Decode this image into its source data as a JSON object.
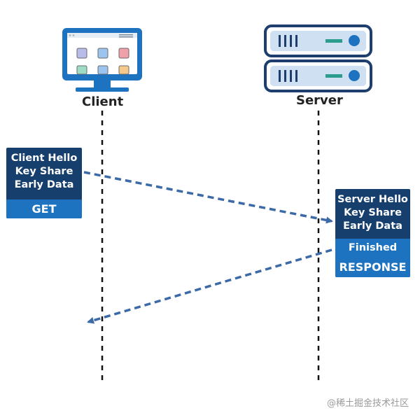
{
  "actors": {
    "client": {
      "label": "Client"
    },
    "server": {
      "label": "Server"
    }
  },
  "client_message": {
    "lines": [
      "Client Hello",
      "Key Share",
      "Early Data"
    ],
    "footer": "GET"
  },
  "server_message": {
    "lines": [
      "Server Hello",
      "Key Share",
      "Early Data"
    ],
    "finished": "Finished",
    "footer": "RESPONSE"
  },
  "watermark": "@稀土掘金技术社区",
  "colors": {
    "navy": "#163f6e",
    "blue": "#1d73c0",
    "arrow": "#3b6aa6",
    "lifeline": "#111111"
  }
}
